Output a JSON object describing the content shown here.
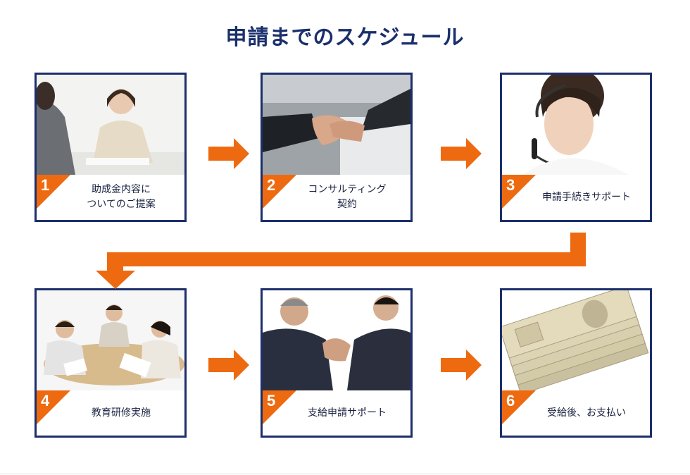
{
  "title": "申請までのスケジュール",
  "steps": [
    {
      "number": "1",
      "line1": "助成金内容に",
      "line2": "ついてのご提案",
      "photo": "consultation-photo"
    },
    {
      "number": "2",
      "line1": "コンサルティング",
      "line2": "契約",
      "photo": "handshake-photo"
    },
    {
      "number": "3",
      "line1": "申請手続きサポート",
      "line2": "",
      "photo": "support-operator-photo"
    },
    {
      "number": "4",
      "line1": "教育研修実施",
      "line2": "",
      "photo": "meeting-photo"
    },
    {
      "number": "5",
      "line1": "支給申請サポート",
      "line2": "",
      "photo": "partnership-photo"
    },
    {
      "number": "6",
      "line1": "受給後、お支払い",
      "line2": "",
      "photo": "banknotes-photo"
    }
  ],
  "colors": {
    "navy": "#1c2f6b",
    "orange": "#ee6a10"
  }
}
